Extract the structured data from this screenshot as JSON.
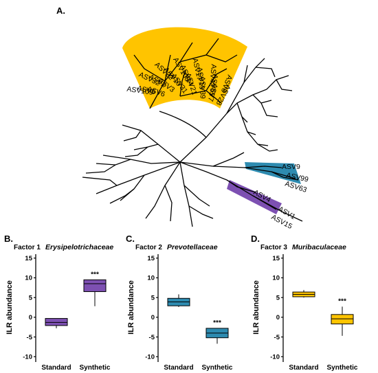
{
  "panel_a": {
    "letter": "A.",
    "highlight_colors": {
      "gold": "#FFC400",
      "blue": "#2E8BB0",
      "purple": "#7D50B2"
    },
    "blue_clade_labels": [
      "ASV9",
      "ASV99",
      "ASV63"
    ],
    "purple_clade_labels": [
      "ASV4",
      "ASV1",
      "ASV15"
    ],
    "gold_clade_labels": [
      "ASV109",
      "ASV5",
      "ASV6",
      "ASV32",
      "ASV2",
      "ASV3",
      "ASV22",
      "ASV10",
      "ASV31",
      "ASV108",
      "ASV14",
      "ASV21",
      "ASV17",
      "ASV19",
      "ASV39",
      "ASV42",
      "ASV65",
      "ASV7",
      "ASV8",
      "ASV28"
    ]
  },
  "chart_data": [
    {
      "type": "box",
      "panel": "B.",
      "factor": "Factor 1",
      "family": "Erysipelotrichaceae",
      "ylabel": "ILR abundance",
      "ylim": [
        -11,
        16
      ],
      "yticks": [
        -10,
        -5,
        0,
        5,
        10,
        15
      ],
      "categories": [
        "Standard",
        "Synthetic"
      ],
      "color": "#7D50B2",
      "boxes": [
        {
          "category": "Standard",
          "min": -2.8,
          "q1": -2.1,
          "median": -1.3,
          "q3": -0.3,
          "max": -0.3,
          "significance": ""
        },
        {
          "category": "Synthetic",
          "min": 2.8,
          "q1": 6.5,
          "median": 8.5,
          "q3": 9.5,
          "max": 9.5,
          "significance": "***"
        }
      ]
    },
    {
      "type": "box",
      "panel": "C.",
      "factor": "Factor 2",
      "family": "Prevotellaceae",
      "ylabel": "ILR abundance",
      "ylim": [
        -11,
        16
      ],
      "yticks": [
        -10,
        -5,
        0,
        5,
        10,
        15
      ],
      "categories": [
        "Standard",
        "Synthetic"
      ],
      "color": "#2E8BB0",
      "boxes": [
        {
          "category": "Standard",
          "min": 2.6,
          "q1": 2.9,
          "median": 3.9,
          "q3": 4.8,
          "max": 5.8,
          "significance": ""
        },
        {
          "category": "Synthetic",
          "min": -6.7,
          "q1": -5.2,
          "median": -4.0,
          "q3": -2.8,
          "max": -2.8,
          "significance": "***"
        }
      ]
    },
    {
      "type": "box",
      "panel": "D.",
      "factor": "Factor 3",
      "family": "Muribaculaceae",
      "ylabel": "ILR abundance",
      "ylim": [
        -11,
        16
      ],
      "yticks": [
        -10,
        -5,
        0,
        5,
        10,
        15
      ],
      "categories": [
        "Standard",
        "Synthetic"
      ],
      "color": "#FFC400",
      "boxes": [
        {
          "category": "Standard",
          "min": 5.0,
          "q1": 5.2,
          "median": 5.8,
          "q3": 6.4,
          "max": 6.9,
          "significance": ""
        },
        {
          "category": "Synthetic",
          "min": -4.7,
          "q1": -1.7,
          "median": -0.4,
          "q3": 0.7,
          "max": 2.7,
          "significance": "***"
        }
      ]
    }
  ]
}
